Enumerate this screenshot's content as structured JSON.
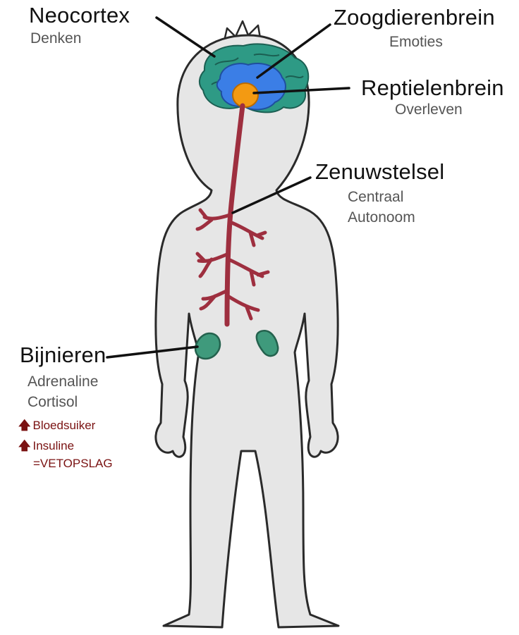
{
  "labels": {
    "neocortex": {
      "title": "Neocortex",
      "sub": "Denken"
    },
    "zoogdierenbrein": {
      "title": "Zoogdierenbrein",
      "sub": "Emoties"
    },
    "reptielenbrein": {
      "title": "Reptielenbrein",
      "sub": "Overleven"
    },
    "zenuwstelsel": {
      "title": "Zenuwstelsel",
      "sub1": "Centraal",
      "sub2": "Autonoom"
    },
    "bijnieren": {
      "title": "Bijnieren",
      "sub1": "Adrenaline",
      "sub2": "Cortisol",
      "effect1": "Bloedsuiker",
      "effect2": "Insuline",
      "result": "=VETOPSLAG"
    }
  },
  "icons": {
    "up_arrow": "up-arrow-icon"
  },
  "colors": {
    "body_fill": "#e6e6e6",
    "outline": "#2a2a2a",
    "neocortex": "#2e9a85",
    "limbic": "#3b7ee6",
    "reptile": "#f39a12",
    "nerves": "#9e2f3f",
    "adrenal": "#3f9a7c",
    "accent_text": "#7a1212"
  }
}
